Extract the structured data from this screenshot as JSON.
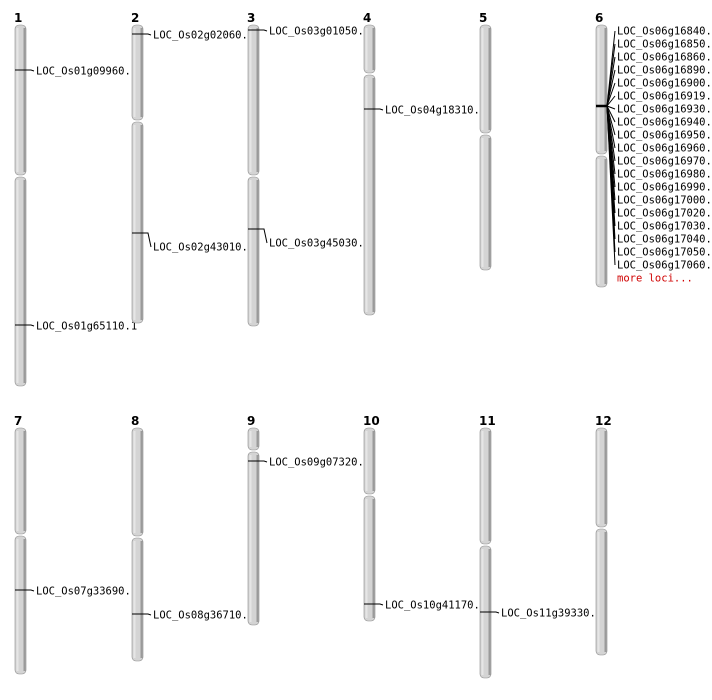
{
  "colors": {
    "chromosome_fill": "#d4d4d4",
    "chromosome_edge": "#8a8a8a",
    "more_link": "#d00000"
  },
  "chromosomes": [
    {
      "number": "1",
      "loci": [
        "LOC_Os01g09960.1",
        "LOC_Os01g65110.1"
      ]
    },
    {
      "number": "2",
      "loci": [
        "LOC_Os02g02060.1",
        "LOC_Os02g43010.1"
      ]
    },
    {
      "number": "3",
      "loci": [
        "LOC_Os03g01050.1",
        "LOC_Os03g45030.1"
      ]
    },
    {
      "number": "4",
      "loci": [
        "LOC_Os04g18310.1"
      ]
    },
    {
      "number": "5",
      "loci": []
    },
    {
      "number": "6",
      "loci": [
        "LOC_Os06g16840.1",
        "LOC_Os06g16850.1",
        "LOC_Os06g16860.1",
        "LOC_Os06g16890.1",
        "LOC_Os06g16900.1",
        "LOC_Os06g16919.1",
        "LOC_Os06g16930.1",
        "LOC_Os06g16940.1",
        "LOC_Os06g16950.1",
        "LOC_Os06g16960.1",
        "LOC_Os06g16970.1",
        "LOC_Os06g16980.1",
        "LOC_Os06g16990.1",
        "LOC_Os06g17000.1",
        "LOC_Os06g17020.1",
        "LOC_Os06g17030.1",
        "LOC_Os06g17040.1",
        "LOC_Os06g17050.1",
        "LOC_Os06g17060.1"
      ],
      "more_label": "more loci..."
    },
    {
      "number": "7",
      "loci": [
        "LOC_Os07g33690.1"
      ]
    },
    {
      "number": "8",
      "loci": [
        "LOC_Os08g36710.1"
      ]
    },
    {
      "number": "9",
      "loci": [
        "LOC_Os09g07320.1"
      ]
    },
    {
      "number": "10",
      "loci": [
        "LOC_Os10g41170.1"
      ]
    },
    {
      "number": "11",
      "loci": [
        "LOC_Os11g39330.1"
      ]
    },
    {
      "number": "12",
      "loci": []
    }
  ]
}
